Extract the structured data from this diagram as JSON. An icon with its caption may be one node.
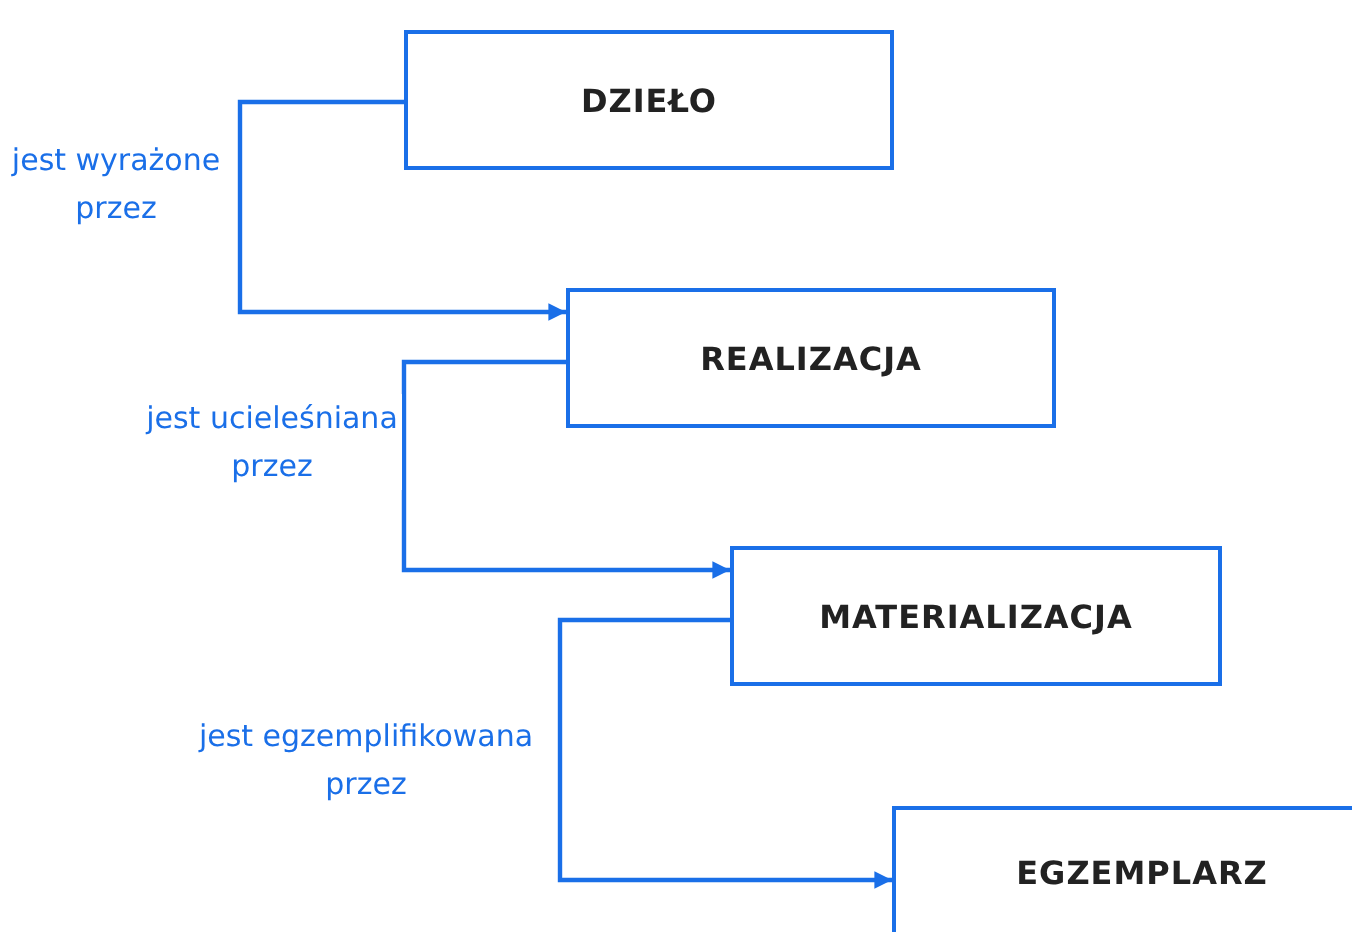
{
  "diagram": {
    "nodes": [
      {
        "text": [
          "DZIEŁO"
        ]
      },
      {
        "text": [
          "REALIZACJA"
        ]
      },
      {
        "text": [
          "MATERIALIZACJA"
        ]
      },
      {
        "text": [
          "EGZEMPLARZ"
        ]
      }
    ],
    "edges": [
      {
        "from": 0,
        "to": 1,
        "arrow": "to",
        "label": "jest wyrażone przez"
      },
      {
        "from": 1,
        "to": 2,
        "arrow": "to",
        "label": "jest ucieleśniana przez"
      },
      {
        "from": 2,
        "to": 3,
        "arrow": "to",
        "label": "jest egzemplifikowana przez"
      }
    ]
  }
}
